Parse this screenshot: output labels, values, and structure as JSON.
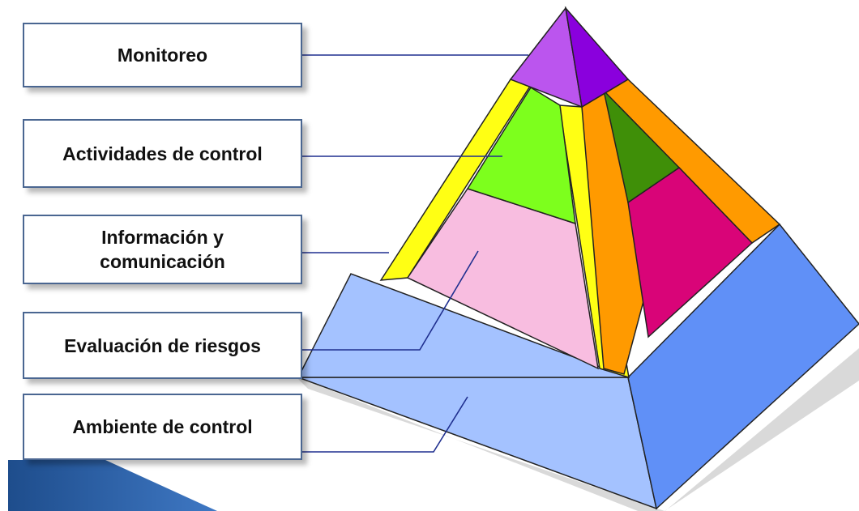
{
  "layers": [
    {
      "id": "monitoreo",
      "label": "Monitoreo"
    },
    {
      "id": "actividades",
      "label": "Actividades de control"
    },
    {
      "id": "informacion",
      "label": "Información y comunicación"
    },
    {
      "id": "evaluacion",
      "label": "Evaluación de riesgos"
    },
    {
      "id": "ambiente",
      "label": "Ambiente de control"
    }
  ],
  "colors": {
    "box_border": "#4a6691",
    "connector": "#1f2f8f",
    "monitoreo_front": "#bb55ee",
    "monitoreo_right": "#8a00dd",
    "actividades_front": "#7dff1d",
    "actividades_right": "#3f8f08",
    "informacion_band": "#ffff14",
    "informacion_band_right": "#ff9a00",
    "evaluacion_front": "#f8bde0",
    "evaluacion_right": "#d90478",
    "ambiente_front": "#a4c2ff",
    "ambiente_right": "#6090f7",
    "corner_accent": "#1e4d8c"
  }
}
